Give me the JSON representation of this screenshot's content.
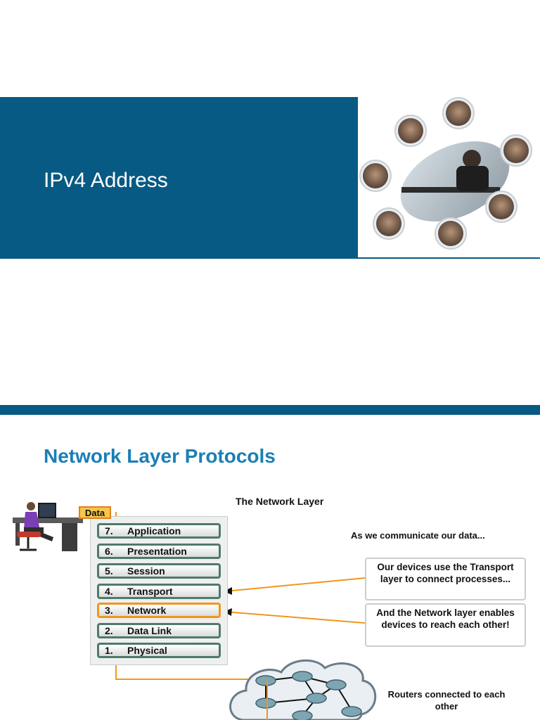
{
  "slide1": {
    "title": "IPv4 Address"
  },
  "slide2": {
    "title": "Network Layer Protocols",
    "diagram": {
      "heading": "The Network Layer",
      "data_label": "Data",
      "layers": [
        {
          "number": "7.",
          "name": "Application",
          "active": false
        },
        {
          "number": "6.",
          "name": "Presentation",
          "active": false
        },
        {
          "number": "5.",
          "name": "Session",
          "active": false
        },
        {
          "number": "4.",
          "name": "Transport",
          "active": false
        },
        {
          "number": "3.",
          "name": "Network",
          "active": true
        },
        {
          "number": "2.",
          "name": "Data Link",
          "active": false
        },
        {
          "number": "1.",
          "name": "Physical",
          "active": false
        }
      ],
      "intro_note": "As we communicate our data...",
      "callout_transport": "Our devices use the Transport layer to connect processes...",
      "callout_network": "And the Network layer enables devices to reach each other!",
      "routers_note": "Routers connected to each other",
      "colors": {
        "accent_orange": "#f0961d",
        "layer_border": "#4f7a6a",
        "brand_blue": "#075a83"
      }
    }
  }
}
